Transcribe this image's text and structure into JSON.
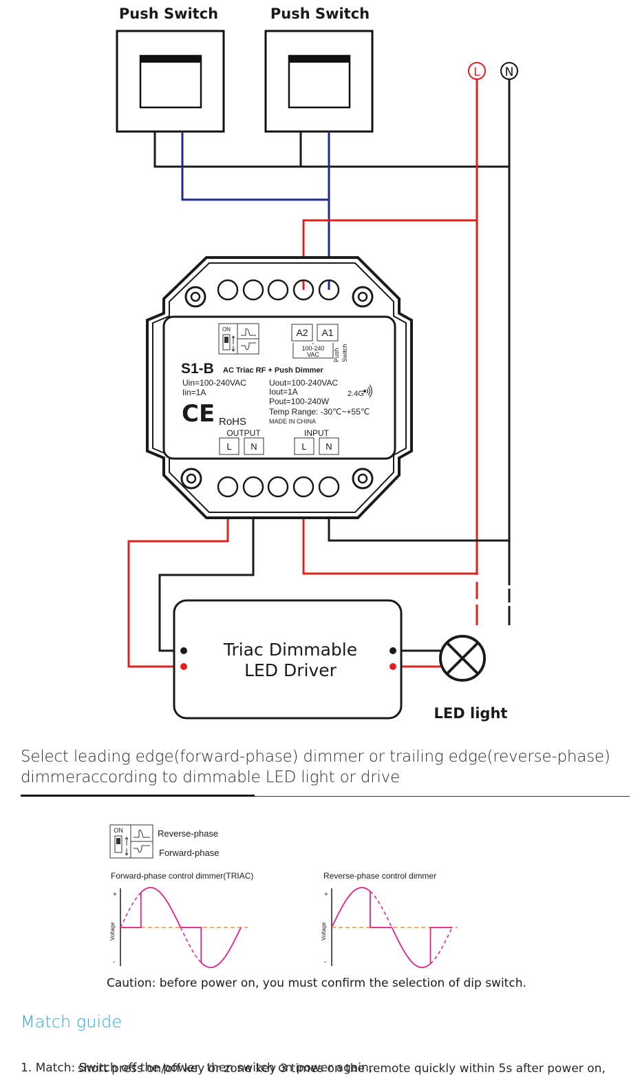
{
  "switches": [
    {
      "label": "Push Switch"
    },
    {
      "label": "Push Switch"
    }
  ],
  "mains": {
    "live": "L",
    "neutral": "N"
  },
  "device": {
    "model": "S1-B",
    "name": "AC Triac RF + Push Dimmer",
    "dip_on": "ON",
    "terminal_a2": "A2",
    "terminal_a1": "A1",
    "a_voltage": "100-240",
    "a_voltage_unit": "VAC",
    "push_label_1": "Push",
    "push_label_2": "Switch",
    "uin": "Uin=100-240VAC",
    "iin": "Iin=1A",
    "uout": "Uout=100-240VAC",
    "iout": "Iout=1A",
    "pout": "Pout=100-240W",
    "temp": "Temp Range: -30℃~+55℃",
    "made_in": "MADE IN CHINA",
    "rf": "2.4G",
    "ce": "CE",
    "rohs": "RoHS",
    "output_label": "OUTPUT",
    "input_label": "INPUT",
    "term_l": "L",
    "term_n": "N"
  },
  "driver": {
    "line1": "Triac Dimmable",
    "line2": "LED Driver"
  },
  "led_label": "LED light",
  "intro": {
    "line1": "Select leading edge(forward-phase) dimmer or trailing edge(reverse-phase)",
    "line2": "dimmeraccording to dimmable LED light or drive"
  },
  "dip_legend": {
    "on": "ON",
    "reverse": "Reverse-phase",
    "forward": "Forward-phase"
  },
  "waveforms": {
    "forward_title": "Forward-phase control dimmer(TRIAC)",
    "reverse_title": "Reverse-phase control dimmer",
    "ylabel": "Voltage",
    "plus": "+",
    "minus": "-"
  },
  "caution": "Caution: before power on, you must confirm the selection of dip switch.",
  "match": {
    "title": "Match guide",
    "line1": "1. Match: Switch off the power, then switch on power again,",
    "line2": "short press on/off key or zone key 3 times on the remote quickly within 5s after power on,"
  },
  "colors": {
    "live": "#e0201f",
    "switch_wire": "#1e2a8c",
    "black": "#1a1a1a",
    "sine": "#e0208a",
    "zero": "#f0922e",
    "accent": "#29a6df"
  }
}
